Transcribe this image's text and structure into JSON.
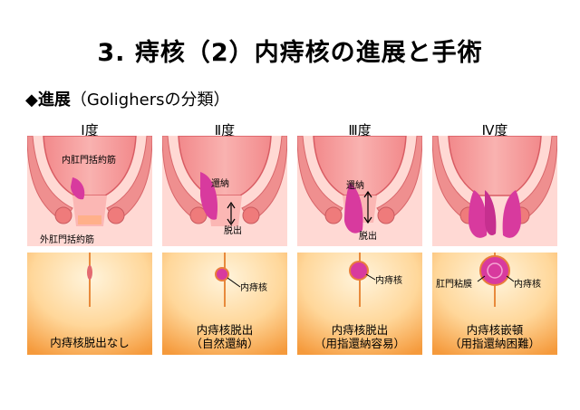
{
  "title": "3. 痔核（2）内痔核の進展と手術",
  "section": {
    "marker": "◆",
    "label": "進展",
    "note": "（Golighersの分類）"
  },
  "stages": [
    {
      "grade": "Ⅰ度",
      "caption1": "内痔核脱出なし",
      "caption2": ""
    },
    {
      "grade": "Ⅱ度",
      "caption1": "内痔核脱出",
      "caption2": "（自然還納）"
    },
    {
      "grade": "Ⅲ度",
      "caption1": "内痔核脱出",
      "caption2": "（用指還納容易）"
    },
    {
      "grade": "Ⅳ度",
      "caption1": "内痔核嵌頓",
      "caption2": "（用指還納困難）"
    }
  ],
  "labels": {
    "internal_sphincter": "内肛門括約筋",
    "external_sphincter": "外肛門括約筋",
    "reduction": "還納",
    "prolapse": "脱出",
    "internal_hemorrhoid": "内痔核",
    "anal_mucosa": "肛門粘膜"
  },
  "colors": {
    "tissue": "#ffd9d4",
    "rectum": "#f07c80",
    "rectum_light": "#f59d9d",
    "muscle": "#ef8f8f",
    "hemorrhoid": "#d83a9e",
    "skin_light": "#ffe7c0",
    "skin_dark": "#f7a64b"
  }
}
